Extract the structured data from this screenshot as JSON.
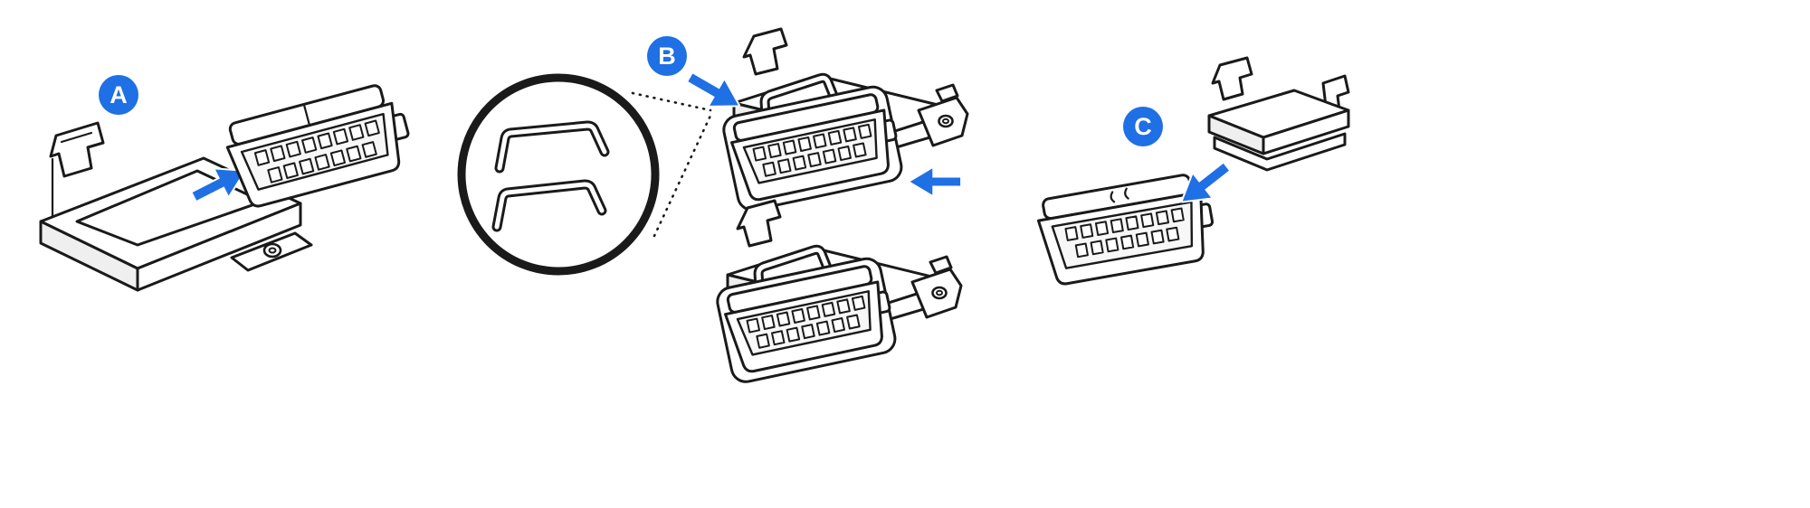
{
  "diagram": {
    "kind": "connector-assembly-instruction-illustration",
    "background_color": "#ffffff",
    "line_color": "#1a1a1a",
    "accent_color": "#1f6fe5",
    "connector_pin_rows": [
      8,
      7
    ],
    "steps": [
      {
        "label": "A",
        "parts": [
          "mounting-bracket",
          "obd-connector"
        ],
        "arrows": [
          "up-right"
        ]
      },
      {
        "label": "B",
        "parts": [
          "retaining-clips-detail-circle",
          "bracket-with-connector-top",
          "bracket-with-connector-bottom"
        ],
        "arrows": [
          "down-right",
          "left"
        ],
        "detail": {
          "name": "retaining-clips",
          "clip_count": 2
        }
      },
      {
        "label": "C",
        "parts": [
          "cover-bracket",
          "obd-connector"
        ],
        "arrows": [
          "down-left"
        ]
      }
    ]
  }
}
